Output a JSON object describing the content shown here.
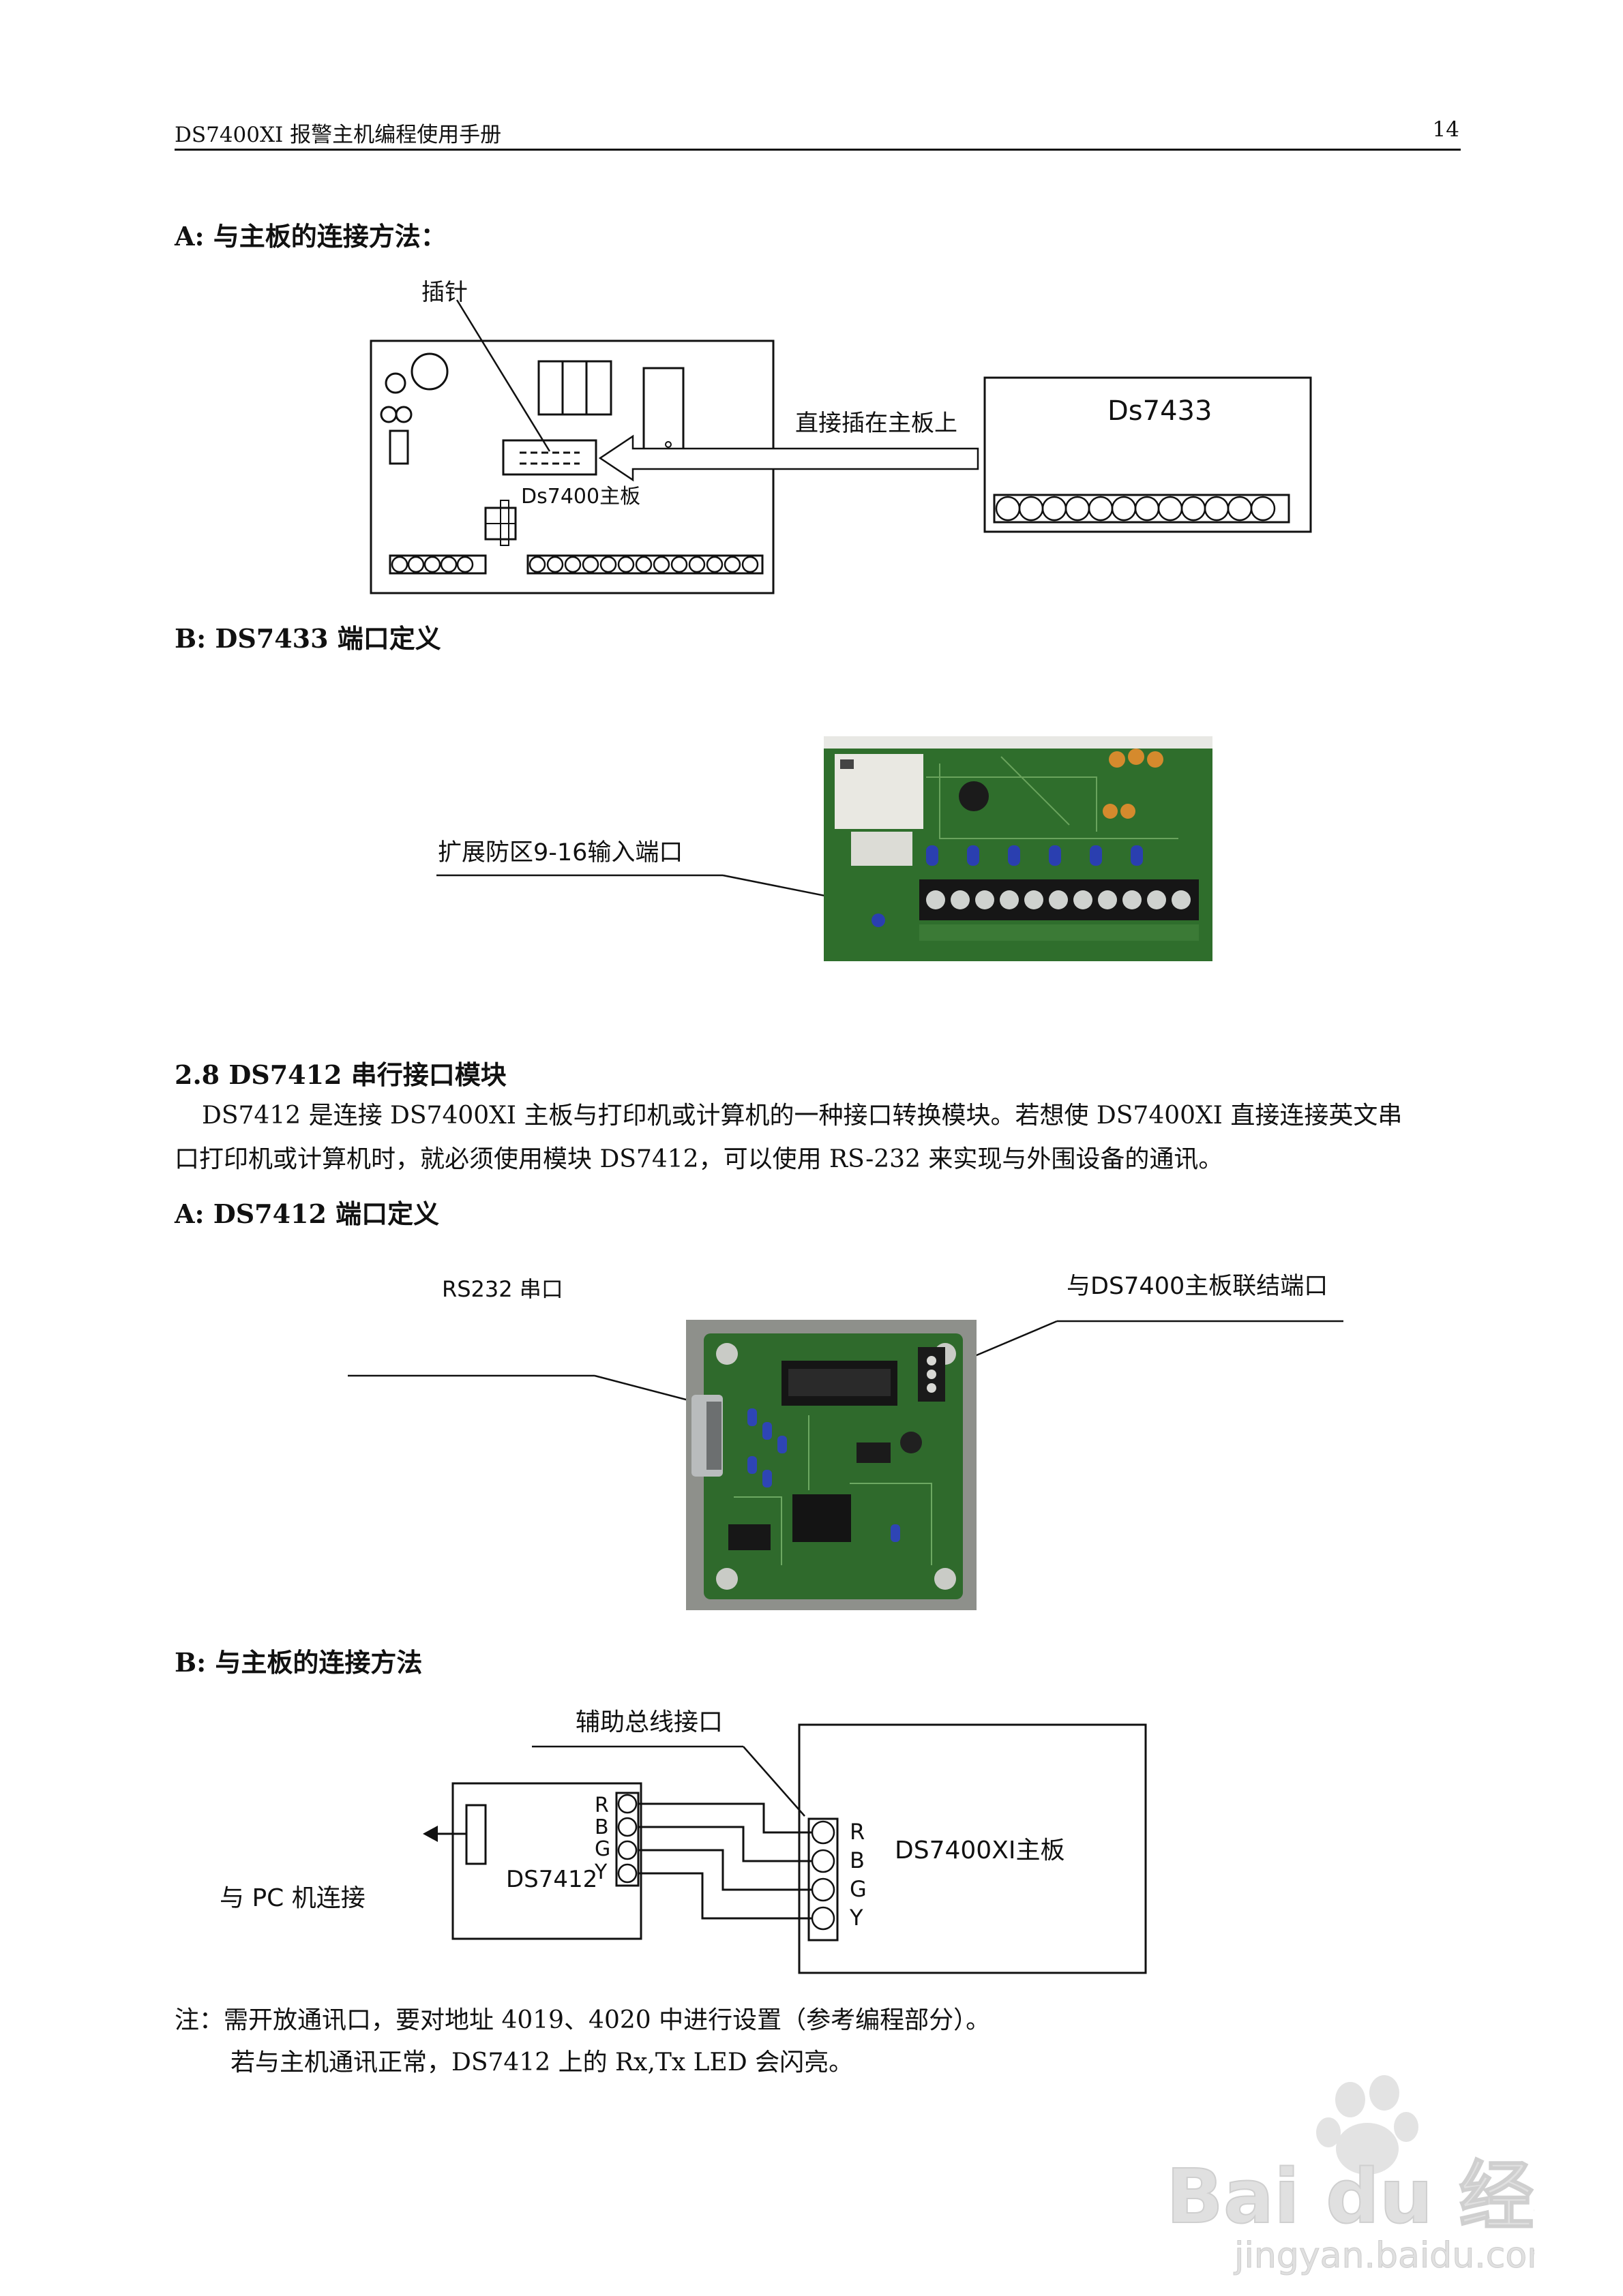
{
  "header": {
    "title": "DS7400XI 报警主机编程使用手册",
    "page_number": "14"
  },
  "section_a1": {
    "heading": "A:  与主板的连接方法：",
    "pin_label": "插针",
    "board_label": "Ds7400主板",
    "arrow_label": "直接插在主板上",
    "module_label": "Ds7433"
  },
  "section_b1": {
    "heading": "B: DS7433 端口定义",
    "callout": "扩展防区9-16输入端口"
  },
  "section_28": {
    "heading": "2.8    DS7412 串行接口模块",
    "para_line1": "DS7412 是连接 DS7400XI 主板与打印机或计算机的一种接口转换模块。若想使 DS7400XI 直接连接英文串",
    "para_line2": "口打印机或计算机时，就必须使用模块 DS7412，可以使用 RS-232 来实现与外围设备的通讯。"
  },
  "section_a2": {
    "heading": "A: DS7412 端口定义",
    "rs232_label": "RS232  串口",
    "link_label": "与DS7400主板联结端口"
  },
  "section_b2": {
    "heading": "B:  与主板的连接方法",
    "bus_label": "辅助总线接口",
    "pc_label": "与 PC 机连接",
    "module_label": "DS7412",
    "main_label": "DS7400XI主板",
    "pin_letters": [
      "R",
      "B",
      "G",
      "Y"
    ]
  },
  "note": {
    "line1": "注：需开放通讯口，要对地址 4019、4020 中进行设置（参考编程部分）。",
    "line2": "若与主机通讯正常，DS7412 上的 Rx,Tx LED 会闪亮。"
  },
  "watermark": {
    "brand": "Bai du 经验",
    "url": "jingyan.baidu.com"
  }
}
